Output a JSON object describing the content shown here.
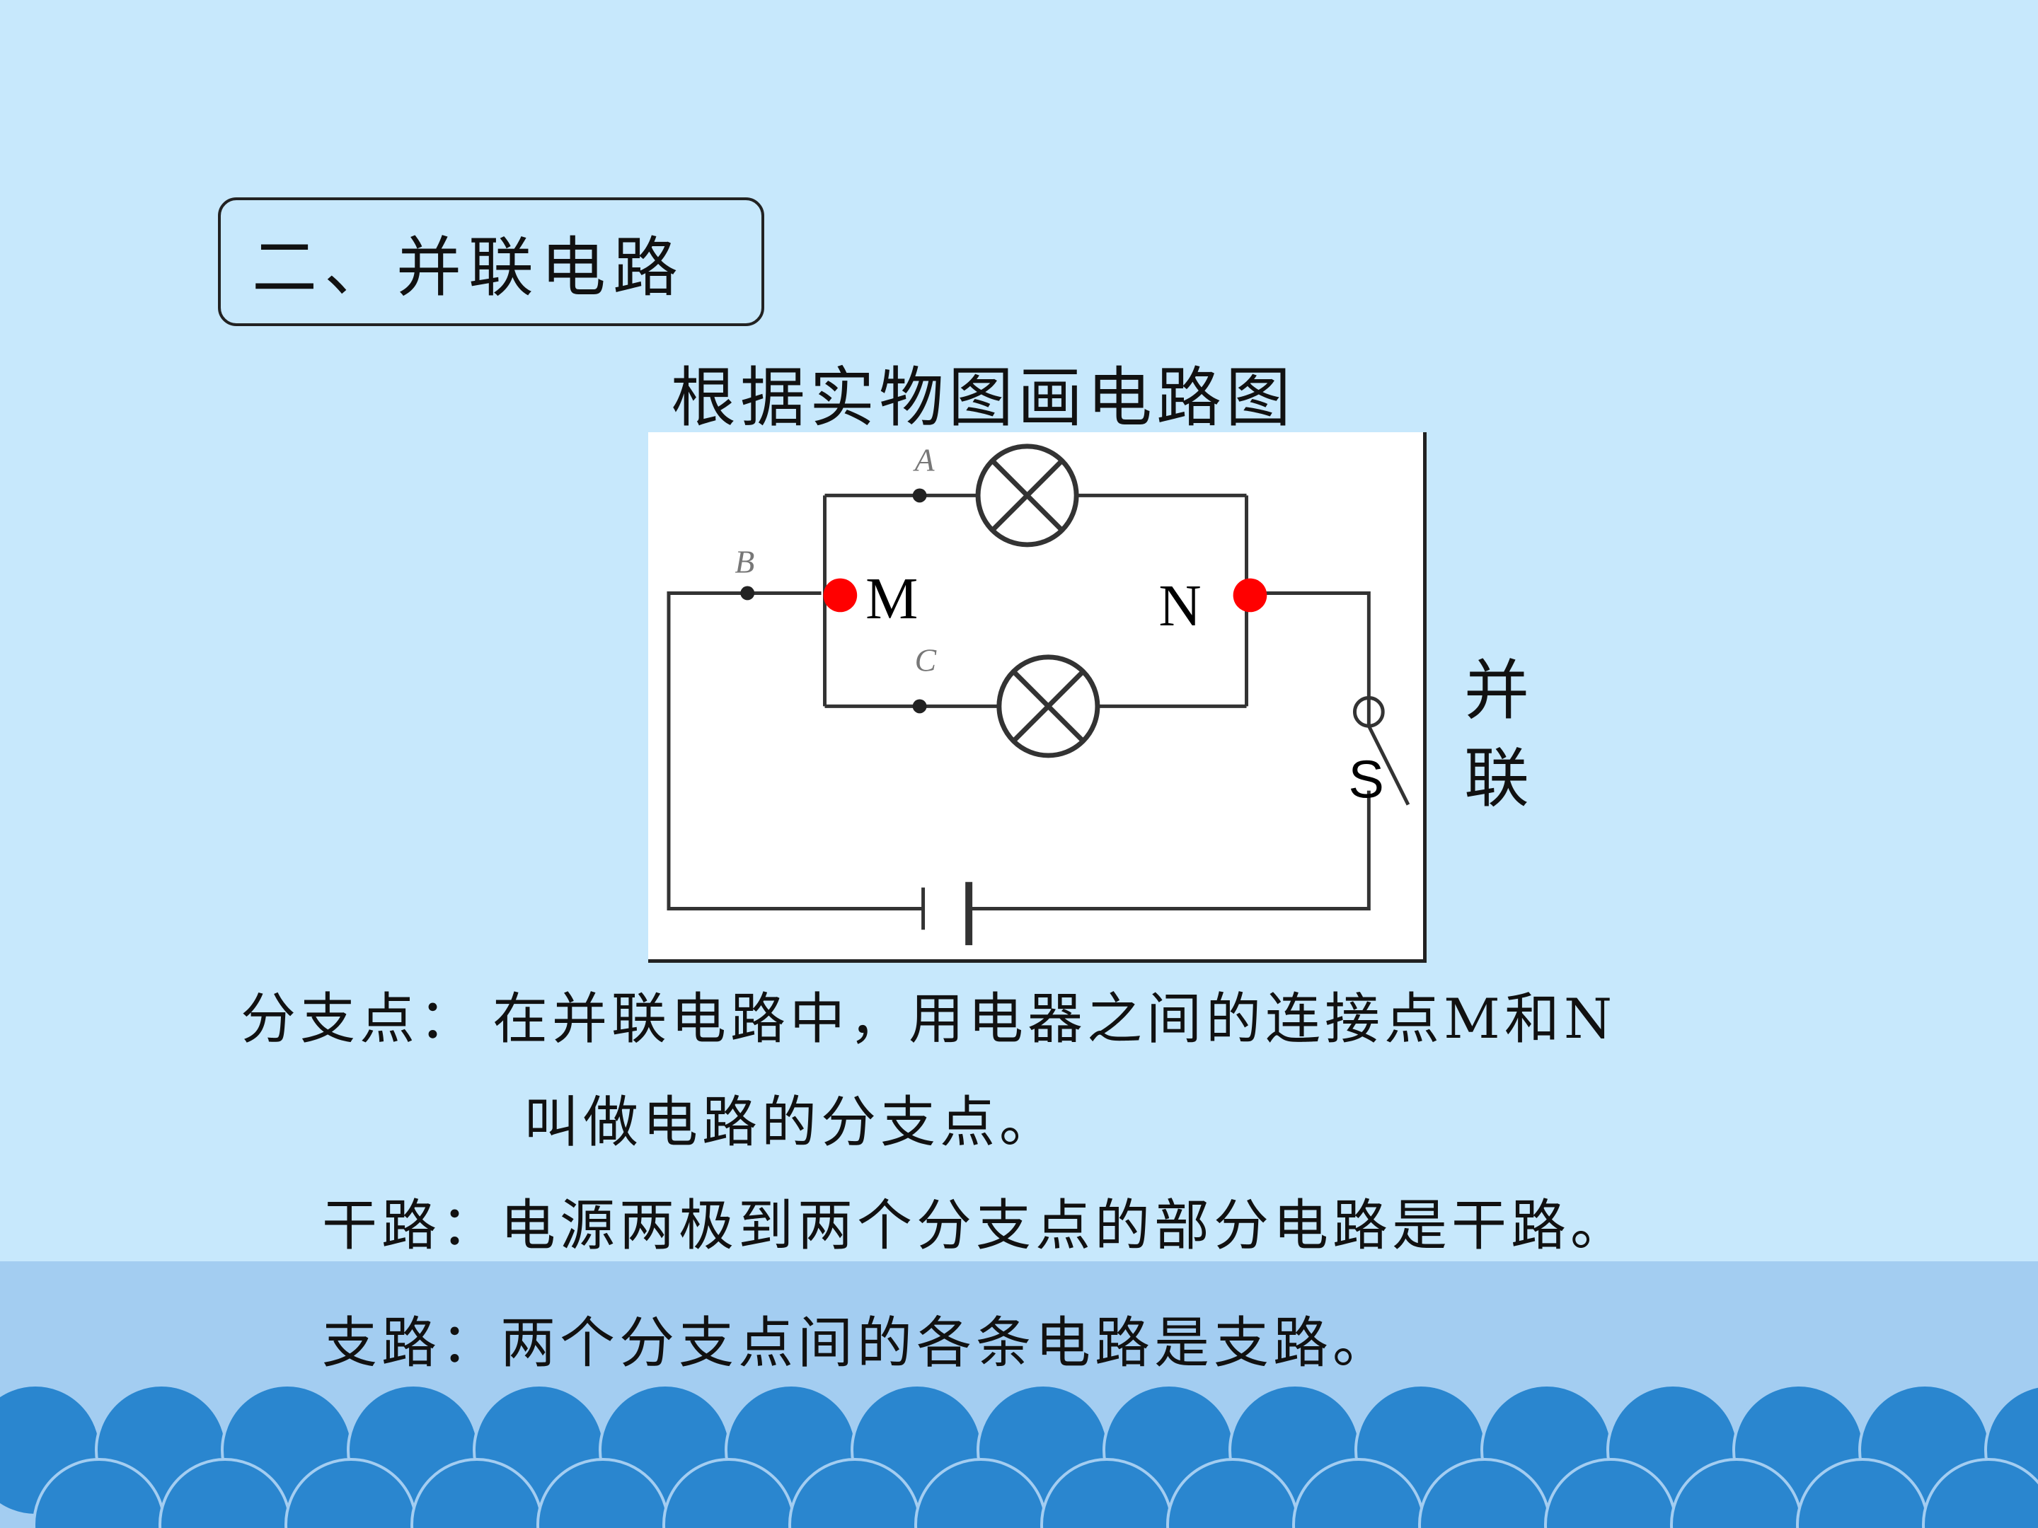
{
  "heading": "二、并联电路",
  "subtitle": "根据实物图画电路图",
  "circuit": {
    "label_A": "A",
    "label_B": "B",
    "label_C": "C",
    "label_M": "M",
    "label_N": "N",
    "label_S": "S",
    "junction_color": "#ff0000",
    "side_label_1": "并",
    "side_label_2": "联"
  },
  "definitions": {
    "branch_point_term": "分支点：",
    "branch_point_line1": "在并联电路中，用电器之间的连接点M和N",
    "branch_point_line2": "叫做电路的分支点。",
    "trunk_term": "干路：",
    "trunk_text": "电源两极到两个分支点的部分电路是干路。",
    "branch_term": "支路：",
    "branch_text": "两个分支点间的各条电路是支路。"
  },
  "colors": {
    "background": "#c7e8fc",
    "band": "#a3cdf1",
    "wave": "#2a86cf"
  }
}
